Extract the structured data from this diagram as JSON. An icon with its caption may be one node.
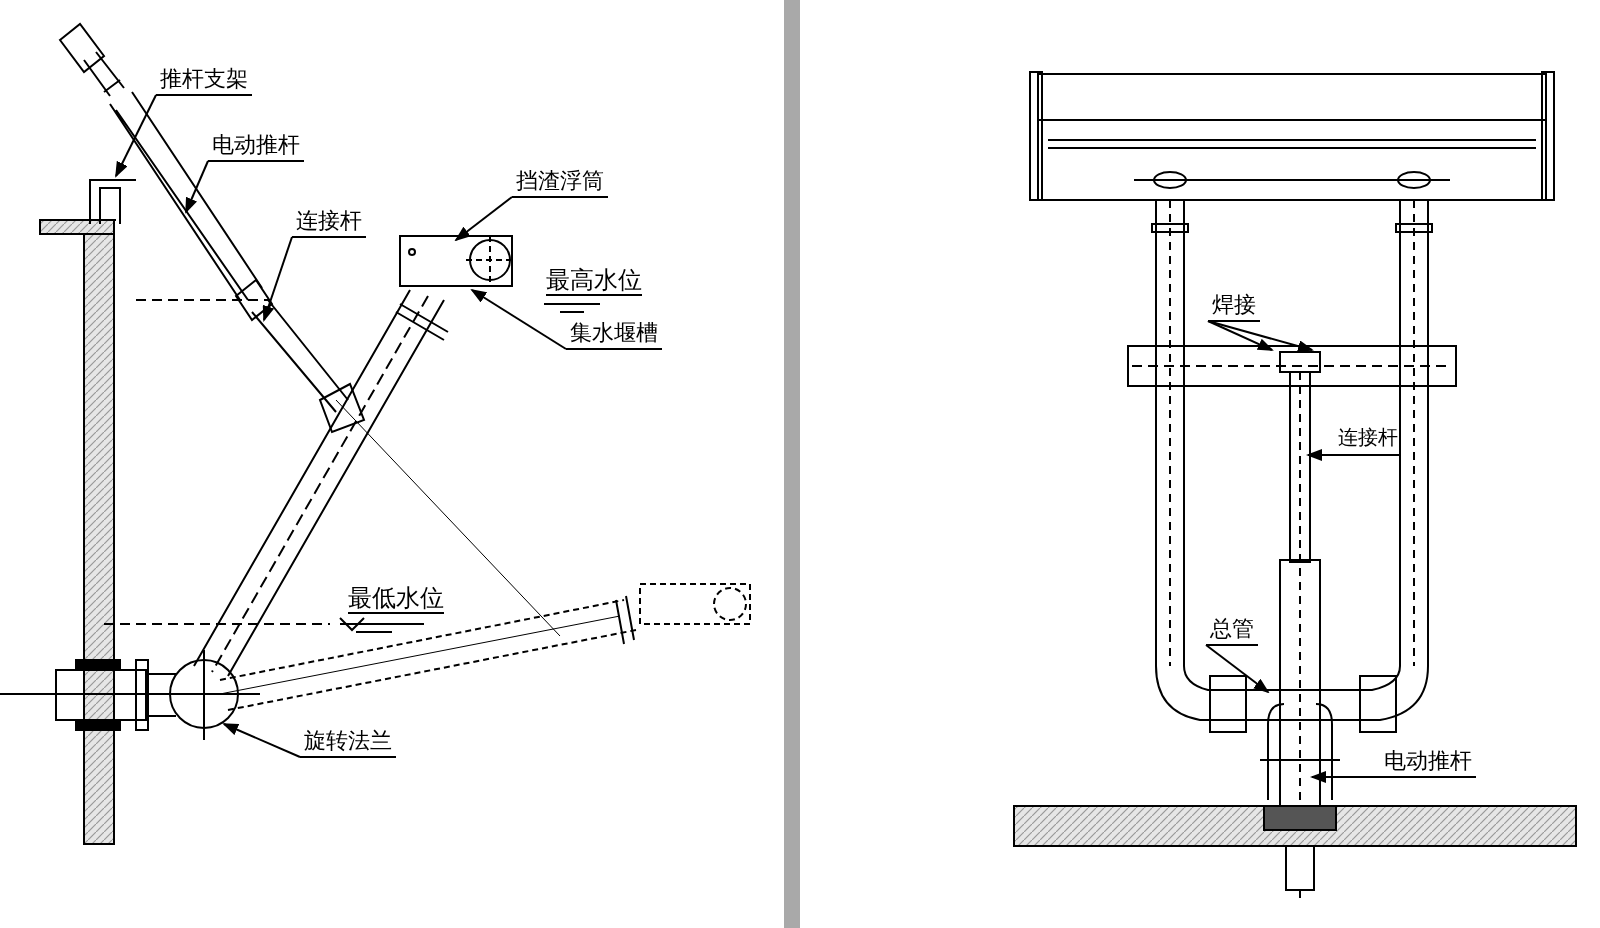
{
  "diagram": {
    "nodes": [
      {
        "text": [
          "推杆支架"
        ]
      },
      {
        "text": [
          "电动推杆"
        ]
      },
      {
        "text": [
          "连接杆"
        ]
      },
      {
        "text": [
          "挡渣浮筒"
        ]
      },
      {
        "text": [
          "集水堰槽"
        ]
      },
      {
        "text": [
          "旋转法兰"
        ]
      },
      {
        "text": [
          "焊接"
        ]
      },
      {
        "text": [
          "连接杆"
        ]
      },
      {
        "text": [
          "总管"
        ]
      },
      {
        "text": [
          "电动推杆"
        ]
      }
    ],
    "edges": [
      {
        "from": 0,
        "to": null,
        "arrow": "to"
      },
      {
        "from": 1,
        "to": null,
        "arrow": "to"
      },
      {
        "from": 2,
        "to": null,
        "arrow": "to"
      },
      {
        "from": 3,
        "to": null,
        "arrow": "to"
      },
      {
        "from": 4,
        "to": null,
        "arrow": "to"
      },
      {
        "from": 5,
        "to": null,
        "arrow": "to"
      },
      {
        "from": 6,
        "to": null,
        "arrow": "to"
      },
      {
        "from": 6,
        "to": null,
        "arrow": "to"
      },
      {
        "from": 7,
        "to": null,
        "arrow": "to"
      },
      {
        "from": 8,
        "to": null,
        "arrow": "to"
      },
      {
        "from": 9,
        "to": null,
        "arrow": "to"
      }
    ],
    "labels": [
      "最高水位",
      "最低水位"
    ]
  }
}
